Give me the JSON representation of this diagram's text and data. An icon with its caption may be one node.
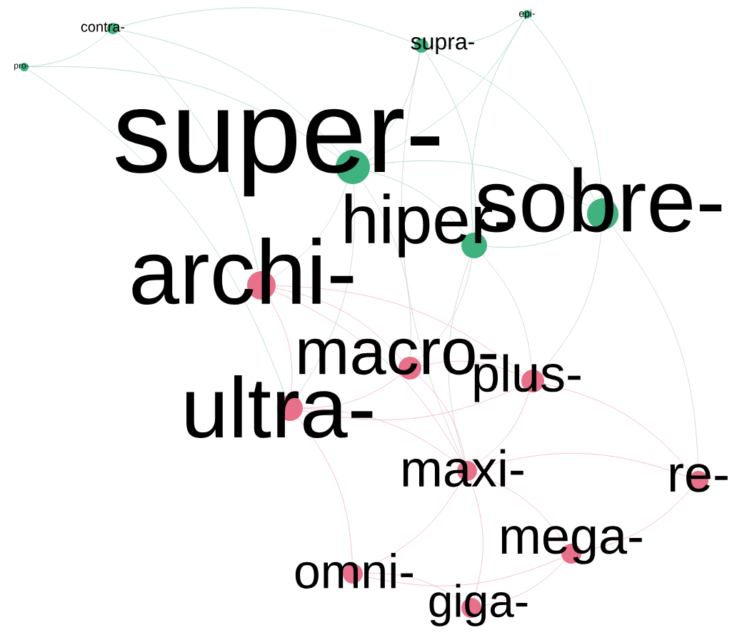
{
  "diagram": {
    "nodes": [
      {
        "text": [
          "epi-"
        ]
      },
      {
        "text": [
          "contra-"
        ]
      },
      {
        "text": [
          "supra-"
        ]
      },
      {
        "text": [
          "pro-"
        ]
      },
      {
        "text": [
          "super-"
        ]
      },
      {
        "text": [
          "sobre-"
        ]
      },
      {
        "text": [
          "hiper-"
        ]
      },
      {
        "text": [
          "archi-"
        ]
      },
      {
        "text": [
          "macro-"
        ]
      },
      {
        "text": [
          "plus-"
        ]
      },
      {
        "text": [
          "ultra-"
        ]
      },
      {
        "text": [
          "maxi-"
        ]
      },
      {
        "text": [
          "re-"
        ]
      },
      {
        "text": [
          "mega-"
        ]
      },
      {
        "text": [
          "omni-"
        ]
      },
      {
        "text": [
          "giga-"
        ]
      }
    ],
    "edges": [
      {
        "from": 0,
        "to": 2,
        "arrow": "none",
        "color": "#a6d9c2"
      },
      {
        "from": 0,
        "to": 4,
        "arrow": "none",
        "color": "#a6d9c2"
      },
      {
        "from": 0,
        "to": 5,
        "arrow": "none",
        "color": "#a6d9c2"
      },
      {
        "from": 0,
        "to": 6,
        "arrow": "none",
        "color": "#a6d9c2"
      },
      {
        "from": 1,
        "to": 3,
        "arrow": "none",
        "color": "#a6d9c2"
      },
      {
        "from": 1,
        "to": 2,
        "arrow": "none",
        "color": "#a6d9c2"
      },
      {
        "from": 1,
        "to": 4,
        "arrow": "none",
        "color": "#a6d9c2"
      },
      {
        "from": 1,
        "to": 7,
        "arrow": "none",
        "color": "#a6d9c2"
      },
      {
        "from": 2,
        "to": 4,
        "arrow": "none",
        "color": "#a6d9c2"
      },
      {
        "from": 2,
        "to": 5,
        "arrow": "none",
        "color": "#a6d9c2"
      },
      {
        "from": 2,
        "to": 6,
        "arrow": "none",
        "color": "#a6d9c2"
      },
      {
        "from": 3,
        "to": 4,
        "arrow": "none",
        "color": "#a6d9c2"
      },
      {
        "from": 3,
        "to": 10,
        "arrow": "none",
        "color": "#a6d9c2"
      },
      {
        "from": 4,
        "to": 5,
        "arrow": "none",
        "color": "#a6d9c2"
      },
      {
        "from": 4,
        "to": 6,
        "arrow": "none",
        "color": "#a6d9c2"
      },
      {
        "from": 5,
        "to": 6,
        "arrow": "none",
        "color": "#a6d9c2"
      },
      {
        "from": 4,
        "to": 7,
        "arrow": "none",
        "color": "#cfcfcf"
      },
      {
        "from": 4,
        "to": 8,
        "arrow": "none",
        "color": "#cfcfcf"
      },
      {
        "from": 4,
        "to": 10,
        "arrow": "none",
        "color": "#cfcfcf"
      },
      {
        "from": 5,
        "to": 9,
        "arrow": "none",
        "color": "#cfcfcf"
      },
      {
        "from": 5,
        "to": 12,
        "arrow": "none",
        "color": "#cfcfcf"
      },
      {
        "from": 6,
        "to": 8,
        "arrow": "none",
        "color": "#cfcfcf"
      },
      {
        "from": 6,
        "to": 9,
        "arrow": "none",
        "color": "#cfcfcf"
      },
      {
        "from": 6,
        "to": 11,
        "arrow": "none",
        "color": "#cfcfcf"
      },
      {
        "from": 2,
        "to": 11,
        "arrow": "none",
        "color": "#cfcfcf"
      },
      {
        "from": 7,
        "to": 8,
        "arrow": "none"
      },
      {
        "from": 7,
        "to": 10,
        "arrow": "none"
      },
      {
        "from": 7,
        "to": 9,
        "arrow": "none"
      },
      {
        "from": 7,
        "to": 11,
        "arrow": "none"
      },
      {
        "from": 8,
        "to": 9,
        "arrow": "none"
      },
      {
        "from": 8,
        "to": 10,
        "arrow": "none"
      },
      {
        "from": 8,
        "to": 11,
        "arrow": "none"
      },
      {
        "from": 9,
        "to": 10,
        "arrow": "none"
      },
      {
        "from": 9,
        "to": 11,
        "arrow": "none"
      },
      {
        "from": 9,
        "to": 12,
        "arrow": "none"
      },
      {
        "from": 10,
        "to": 11,
        "arrow": "none"
      },
      {
        "from": 10,
        "to": 14,
        "arrow": "none"
      },
      {
        "from": 11,
        "to": 12,
        "arrow": "none"
      },
      {
        "from": 11,
        "to": 13,
        "arrow": "none"
      },
      {
        "from": 11,
        "to": 15,
        "arrow": "none"
      },
      {
        "from": 11,
        "to": 14,
        "arrow": "none"
      },
      {
        "from": 12,
        "to": 13,
        "arrow": "none"
      },
      {
        "from": 13,
        "to": 15,
        "arrow": "none"
      },
      {
        "from": 14,
        "to": 15,
        "arrow": "none"
      },
      {
        "from": 13,
        "to": 14,
        "arrow": "none"
      }
    ]
  }
}
